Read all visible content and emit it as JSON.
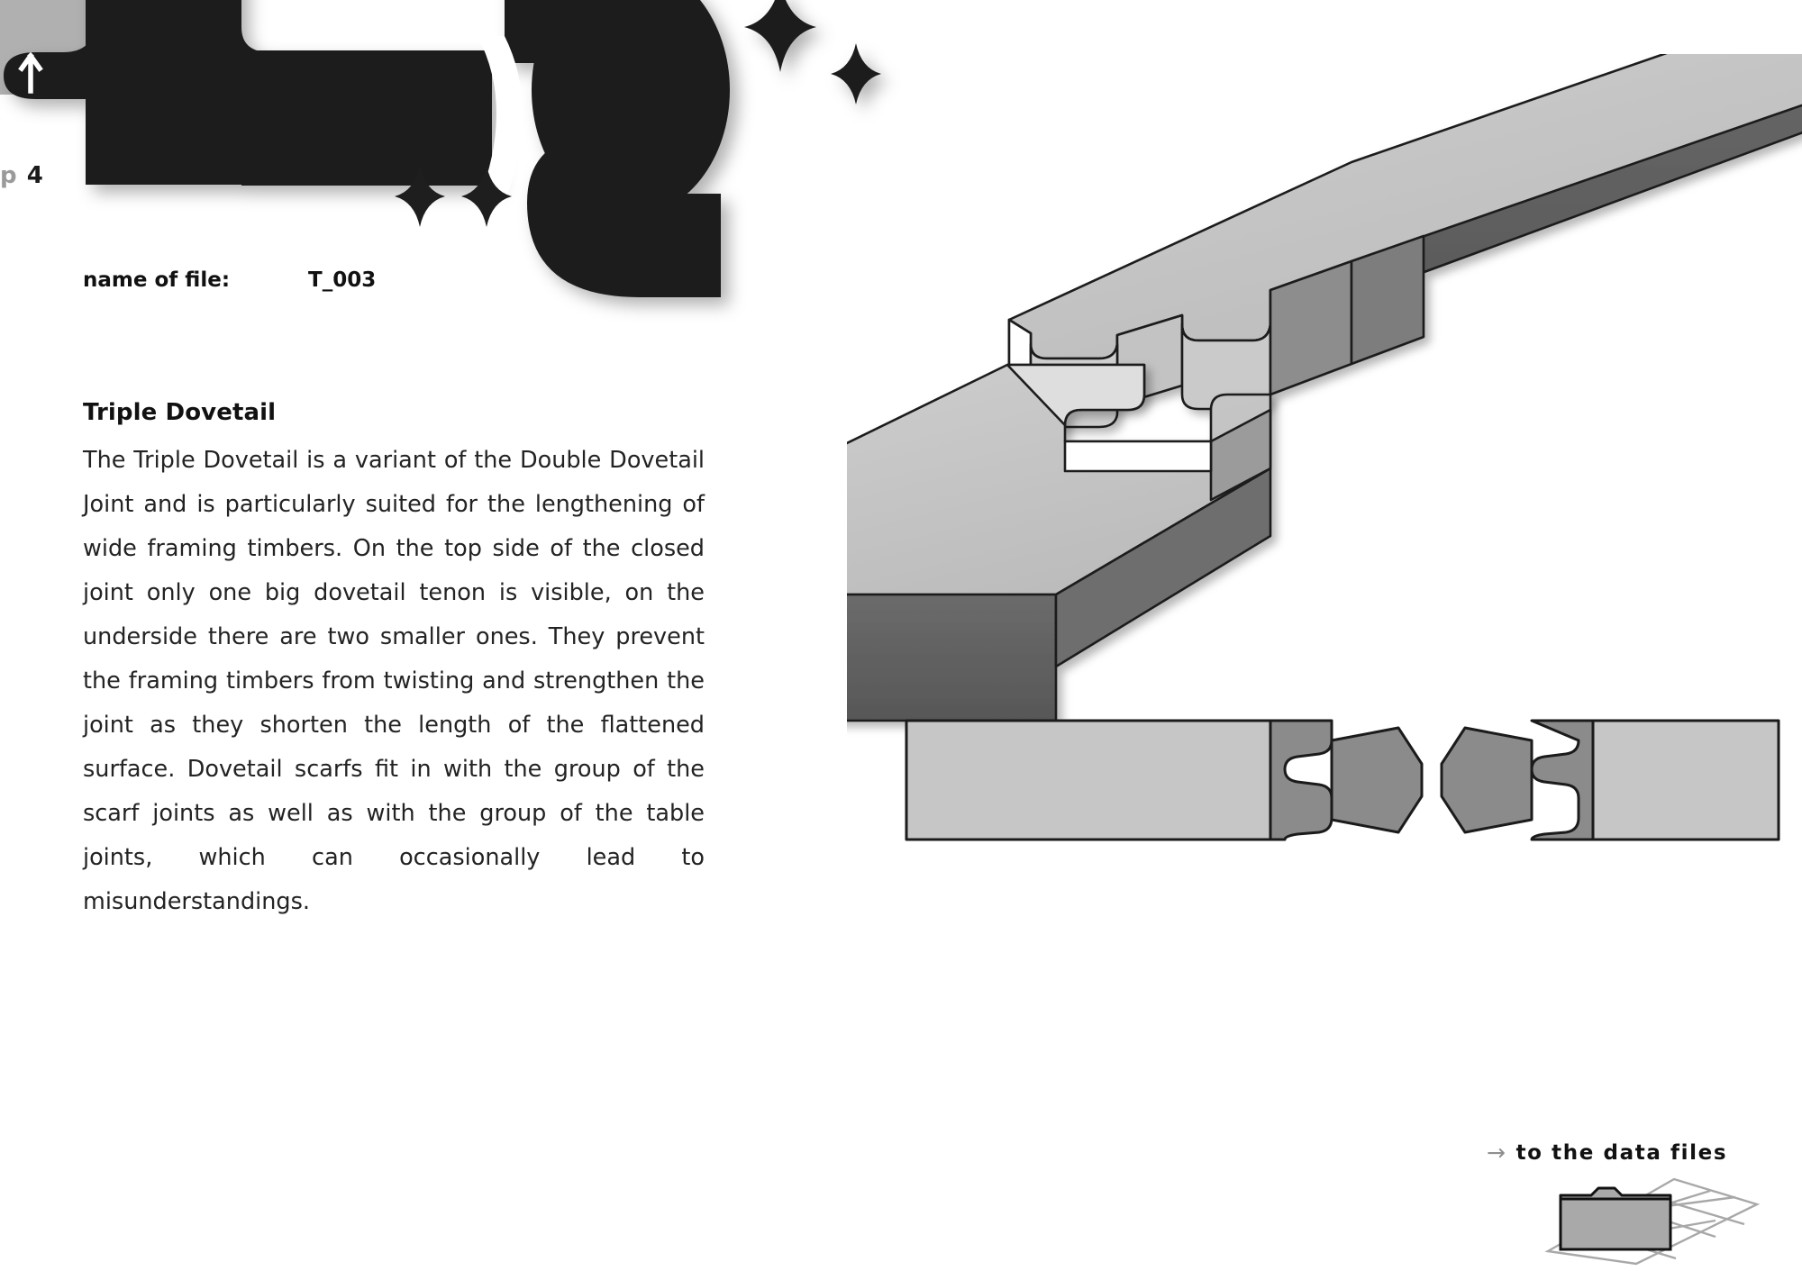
{
  "page": {
    "number_prefix": "p",
    "number": "4",
    "background_color": "#ffffff"
  },
  "masthead": {
    "icon_name": "up-arrow-icon",
    "arrow_glyph": "↑",
    "logo_color": "#1e1e1e",
    "sparkle_count": 4
  },
  "file_info": {
    "label": "name of file:",
    "value": "T_003"
  },
  "article": {
    "title": "Triple Dovetail",
    "body": "The Triple Dovetail is a variant of the Double Dovetail Joint and is particularly suited for the lengthening of wide framing timbers. On the top side of the closed joint only one big dovetail tenon is visible, on the underside there are two smaller ones. They prevent the framing timbers from twisting and strengthen the joint as they shorten the length of the flattened surface. Dovetail scarfs fit in with the group of the scarf joints as well as with the group of the table joints, which can occasionally lead to misunderstandings."
  },
  "drawings": {
    "upper_block_label": "upper-timber-isometric",
    "lower_block_label": "lower-timber-isometric",
    "plan_view_label": "dovetail-plan-view",
    "face_light": "#c6c6c6",
    "face_mid": "#b9b9b9",
    "face_dark": "#5f5f5f",
    "face_mid_dark": "#8a8a8a",
    "outline": "#1b1b1b"
  },
  "footer_link": {
    "arrow": "→",
    "label": "to the data files",
    "icon_name": "folder-icon",
    "folder_color": "#a9a9a9"
  }
}
